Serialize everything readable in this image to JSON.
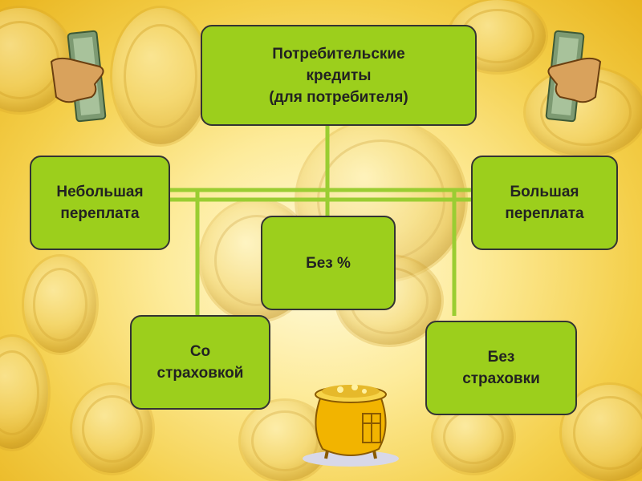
{
  "diagram": {
    "root": "Потребительские\nкредиты\n(для потребителя)",
    "small_overpay": "Небольшая\nпереплата",
    "big_overpay": "Большая\nпереплата",
    "no_percent": "Без %",
    "with_insurance": "Со\nстраховкой",
    "without_insurance": "Без\nстраховки"
  },
  "colors": {
    "box_fill": "#9ccf1c",
    "connector": "#9acd32",
    "background": "#f4cf4a"
  },
  "icons": [
    "money-hand-icon",
    "money-hand-icon",
    "gold-pot-icon"
  ]
}
